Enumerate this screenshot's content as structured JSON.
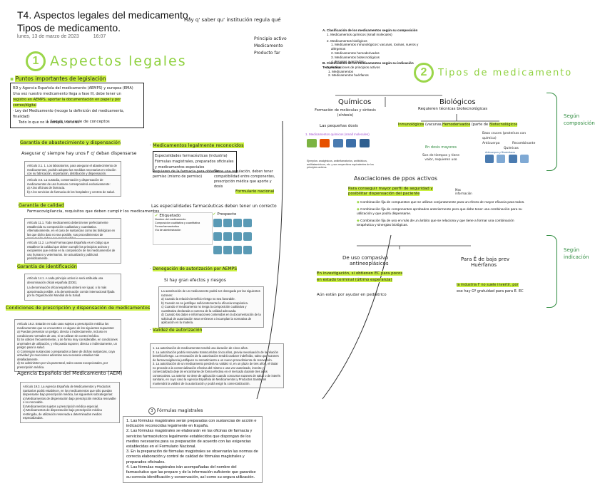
{
  "header": {
    "title_line1": "T4. Aspectos legales del medicamento.",
    "title_line2": "Tipos de medicamento.",
    "date": "lunes, 13 de marzo de 2023",
    "time": "16:07"
  },
  "top_note": "Hay q' saber qu' institución regula qué",
  "top_right_list": [
    "Principio activo",
    "Medicamento",
    "Producto far"
  ],
  "section1": {
    "number": "1",
    "title": "Aspectos legales"
  },
  "section2": {
    "number": "2",
    "title": "Tipos de medicamento"
  },
  "legislacion": {
    "heading": "Puntos importantes de legislación",
    "box_lines": [
      "RD y Agencia Española del medicamento (AEMPS) y europea (EMA)",
      "Una vez nuestro medicamento llega a fase III, debe tener un",
      "registro en AEMPS, aportar la documentación en papel y por correo/digital",
      "· Ley del Medicamento (recoge la definición del medicamento, finalidad)",
      "Todo lo que no lo cumpla, no lo es"
    ],
    "arrow_text": "Seguir una serie de conceptos"
  },
  "garantia_abastecimiento": {
    "heading": "Garantía de abastecimiento y dispensación",
    "sub": "Asegurar q' siempre hay unos f' q' deban dispensarse",
    "art1": "Artículo 3.1. 1. Los laboratorios, para asegurar el abastecimiento de medicamentos, podrán adoptar las medidas necesarias en relación con su fabricación, importación, distribución y dispensación.",
    "art2": "Artículo 3.6. La custodia, conservación y dispensación de medicamentos de uso humano corresponderá exclusivamente:",
    "art2_items": [
      "a) A las oficinas de farmacia.",
      "b) A los servicios de farmacia de los hospitales y centros de salud."
    ]
  },
  "garantia_calidad": {
    "heading": "Garantía de calidad",
    "sub": "Farmacovigilancia, requisitos que deben cumplir los medicamentos",
    "art1": "Artículo 11.1. Todo medicamento deberá tener perfectamente establecida su composición cualitativa y cuantitativa. Alternativamente, en el caso de sustancias como las biológicas en las que dicho dato no sea posible, sus procedimientos de preparación deben ser reproducibles.",
    "art2": "Artículo 11.2. La Real Farmacopea Española es el código que establece la calidad que deben cumplir los principios activos y excipientes que entran en la composición de los medicamentos de uso humano y veterinarios. Se actualizará y publicará periódicamente."
  },
  "garantia_identificacion": {
    "heading": "Garantía de identificación",
    "art1": "Artículo 14.1. A cada principio activo le será atribuida una denominación oficial española (DOE).",
    "art2": "La denominación oficial española deberá ser igual, o lo más aproximada posible, a la denominación común internacional fijada por la Organización Mundial de la Salud."
  },
  "condiciones_prescripcion": {
    "heading": "Condiciones de prescripción y dispensación de medicamentos",
    "art": "Artículo 19.2. Estarán en todo caso sujetos a prescripción médica los medicamentos que se encuentren en alguno de los siguientes supuestos:",
    "items": [
      "a) Puedan presentar un peligro, directa o indirectamente, incluso en condiciones normales de uso, si se utilizan sin control médico.",
      "b) Se utilicen frecuentemente, y de forma muy considerable, en condiciones anormales de utilización, y ello pueda suponer, directa o indirectamente, un peligro para la salud.",
      "c) Contengan sustancias o preparados a base de dichas sustancias, cuya actividad y/o reacciones adversas sea necesario estudiar más detalladamente.",
      "d) Se administren por vía parenteral, salvo casos excepcionales, por prescripción médica."
    ]
  },
  "aemps": {
    "heading": "Agencia Española del Medicamento (AEM)",
    "art": "Artículo 19.3. La Agencia Española de Medicamentos y Productos Sanitarios podrá establecer, en los medicamentos que sólo puedan dispensarse bajo prescripción médica, las siguientes subcategorías:",
    "items": [
      "a) Medicamentos de dispensación bajo prescripción médica renovable o no renovable.",
      "b) Medicamentos sujetos a prescripción médica especial.",
      "c) Medicamentos de dispensación bajo prescripción médica restringida, de utilización reservada a determinados medios especializados."
    ]
  },
  "legalmente_reconocidos": {
    "heading": "Medicamentos legalmente reconocidos",
    "box_left": [
      "Especialidades farmacéuticas (industria)",
      "Fórmulas magistrales, preparados oficinales y medicamentos especiales"
    ],
    "left_note": "Requieren de la farmacia para obtener permiso (mismo de permiso)",
    "right_note": "Tiene una regulación, deben tener compatibilidad entre componentes, prescripción médica que aporte y dosis",
    "right_tag": "Formulario nacional"
  },
  "especialidades": {
    "heading": "Las especialidades farmacéuticas deben tener un correcto",
    "tag_left": "Etiquetado",
    "tag_right": "Prospecto",
    "mini_lines": [
      "Nombre del medicamento",
      "Composición cualitativa y cuantitativa",
      "Forma farmacéutica",
      "Vía de administración"
    ]
  },
  "autorizacion": {
    "heading": "Denegación de autorización por AEMPS",
    "sub": "Si hay gran efectos y riesgos",
    "art": "La autorización de un medicamento podrá ser denegada por las siguientes razones:",
    "items": [
      "a) Cuando la relación beneficio-riesgo no sea favorable.",
      "b) Cuando no se justifique suficientemente la eficacia terapéutica.",
      "c) Cuando el medicamento no tenga la composición cualitativa y cuantitativa declarada o carezca de la calidad adecuada.",
      "d) Cuando los datos e informaciones contenidos en la documentación de la solicitud de autorización sean erróneos o incumplan la normativa de aplicación en la materia."
    ]
  },
  "validez": {
    "heading": "Validez de autorización",
    "items": [
      "1. La autorización de medicamentos tendrá una duración de cinco años.",
      "2. La autorización podrá renovarse transcurridos cinco años, previa reevaluación de la relación beneficio/riesgo. La renovación de la autorización tendrá carácter indefinido, salvo que razones de farmacovigilancia justifiquen su sometimiento a un nuevo procedimiento de renovación.",
      "3. La autorización de un medicamento perderá su validez si, en un plazo de tres años, el titular no procede a la comercialización efectiva del mismo o una vez autorizado, inscrito y comercializado deje de encontrarse de forma efectiva en el mercado durante tres años consecutivos. Lo anterior no tiene de aplicación cuando concurran razones de salud o de interés sanitario, en cuyo caso la Agencia Española de Medicamentos y Productos Sanitarios mantendrá la validez de la autorización y podrá exigir la comercialización."
    ]
  },
  "formulas": {
    "heading": "Fórmulas magistrales",
    "items": [
      "1. Las fórmulas magistrales serán preparadas con sustancias de acción e indicación reconocidas legalmente en España.",
      "2. Las fórmulas magistrales se elaborarán en las oficinas de farmacia y servicios farmacéuticos legalmente establecidos que dispongan de los medios necesarios para su preparación de acuerdo con las exigencias establecidas en el Formulario Nacional.",
      "3. En la preparación de fórmulas magistrales se observarán las normas de correcta elaboración y control de calidad de fórmulas magistrales y preparados oficinales.",
      "4. Las fórmulas magistrales irán acompañadas del nombre del farmacéutico que las prepare y de la información suficiente que garantice su correcta identificación y conservación, así como su segura utilización."
    ]
  },
  "clasificacion": {
    "a_heading": "A. Clasificación de los medicamentos según su composición",
    "a_items": [
      "1. Medicamentos químicos (small molecules)",
      "2. Medicamentos biológicos",
      "1. Medicamentos inmunológicos: vacunas, toxinas, sueros y alérgenos",
      "2. Medicamentos hemoderivados",
      "3. Medicamentos biotecnológicos",
      "4. Terapias avanzadas",
      "3. Asociaciones de principios activos"
    ],
    "b_heading": "B. Clasificación de los medicamentos según su indicación Terapéutica",
    "b_items": [
      "1. Medicamentos",
      "2. Medicamentos huérfanos"
    ]
  },
  "tree": {
    "quimicos": "Químicos",
    "quimicos_sub": "Formación de moléculas y síntesis (síntesis)",
    "quimicos_note": "Las pequeñas dosis",
    "biologicos": "Biológicos",
    "biologicos_sub": "Requieren técnicas biotecnológicas",
    "bio_branches": [
      "Inmunológicos",
      "Hemoderivados",
      "Biotecnológicos"
    ],
    "bio_inmuno_sub": "(vacunas, sueros)",
    "bio_hemo_sub": "(parte de sangre)",
    "bio_biotec_items": [
      "Baso cruces (proteínas con química)",
      "Anticuerpo",
      "Recombinante",
      "Químicos"
    ],
    "purple_label": "1. Medicamentos químicos (small molecules)",
    "chem_caption": "Ejemplos: analgésicos, antiinflamatorios, antibióticos, antihistamínicos, etc. y sus respectivos equivalentes de los principios activos.",
    "right_caption": "Anticuerpos y Biosimilares",
    "mid_note": "En dosis mayores",
    "mid_note2": "Son de tiempos y tiene valor, requieren uso"
  },
  "asociaciones": {
    "heading": "Asociaciones de ppos activos",
    "line1": "Para conseguir mayor perfil de seguridad y posibilitar dispensación del paciente",
    "tag": "Mas información",
    "bullets": [
      "Combinación fija de compuestos que se utilizan conjuntamente para un efecto de mayor eficacia para todos.",
      "Combinación fija de componentes aprobados anteriormente pero que debe tener una combinación para su utilización y que podrá dispensarse.",
      "Combinación fija de uso en más de un ámbito que se relaciona y que tiene a formar una combinación terapéutica y sinergias biológicas."
    ]
  },
  "indicacion": {
    "left_title": "De uso compasivo",
    "left_sub": "antineoplásicos",
    "left_line1": "En investigación, si obtienen EC para pocos",
    "left_line2": "en estado terminal (último esperanza)",
    "left_line3": "Aún están por ayudar en pediatrico",
    "right_title": "Para Ē de baja prev",
    "right_sub": "Huérfanos",
    "right_line1": "la industria f' no suele invertir, por",
    "right_line2": "eso hay Gº gratuidad para para E. EC"
  },
  "side_labels": {
    "composicion": "Según composición",
    "indicacion": "Según indicación"
  },
  "colors": {
    "accent_green": "#9bd64a",
    "highlight": "#c9ef3f",
    "brace_green": "#2c8a3c"
  }
}
